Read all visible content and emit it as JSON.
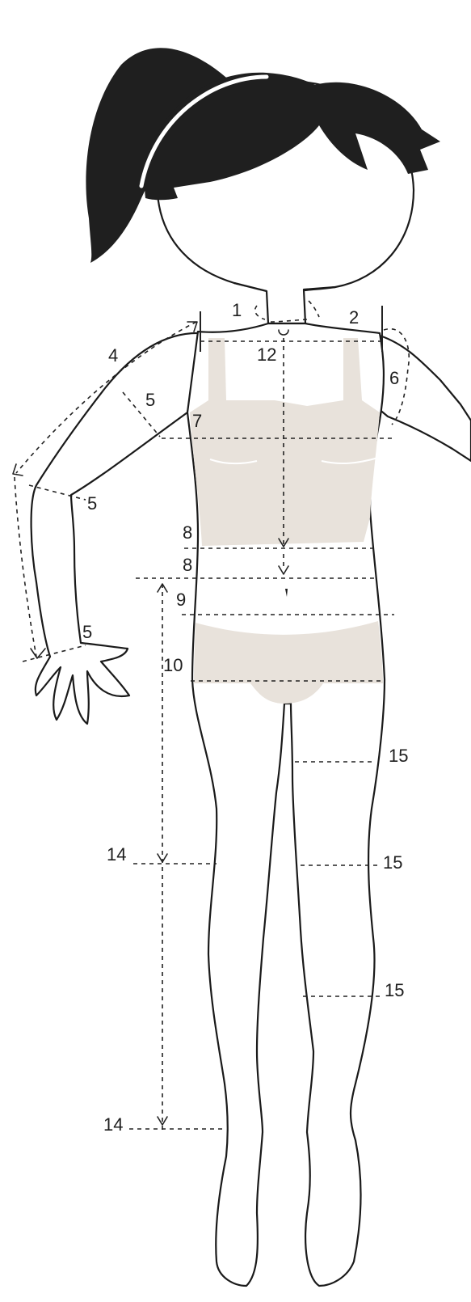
{
  "labels": {
    "l1": "1",
    "l2": "2",
    "l4": "4",
    "l5a": "5",
    "l5b": "5",
    "l5c": "5",
    "l6": "6",
    "l7": "7",
    "l8a": "8",
    "l8b": "8",
    "l9": "9",
    "l10": "10",
    "l12": "12",
    "l14a": "14",
    "l14b": "14",
    "l15a": "15",
    "l15b": "15",
    "l15c": "15"
  },
  "colors": {
    "hair": "#1f1f1f",
    "garment": "#e8e2db",
    "outline": "#1a1a1a"
  }
}
